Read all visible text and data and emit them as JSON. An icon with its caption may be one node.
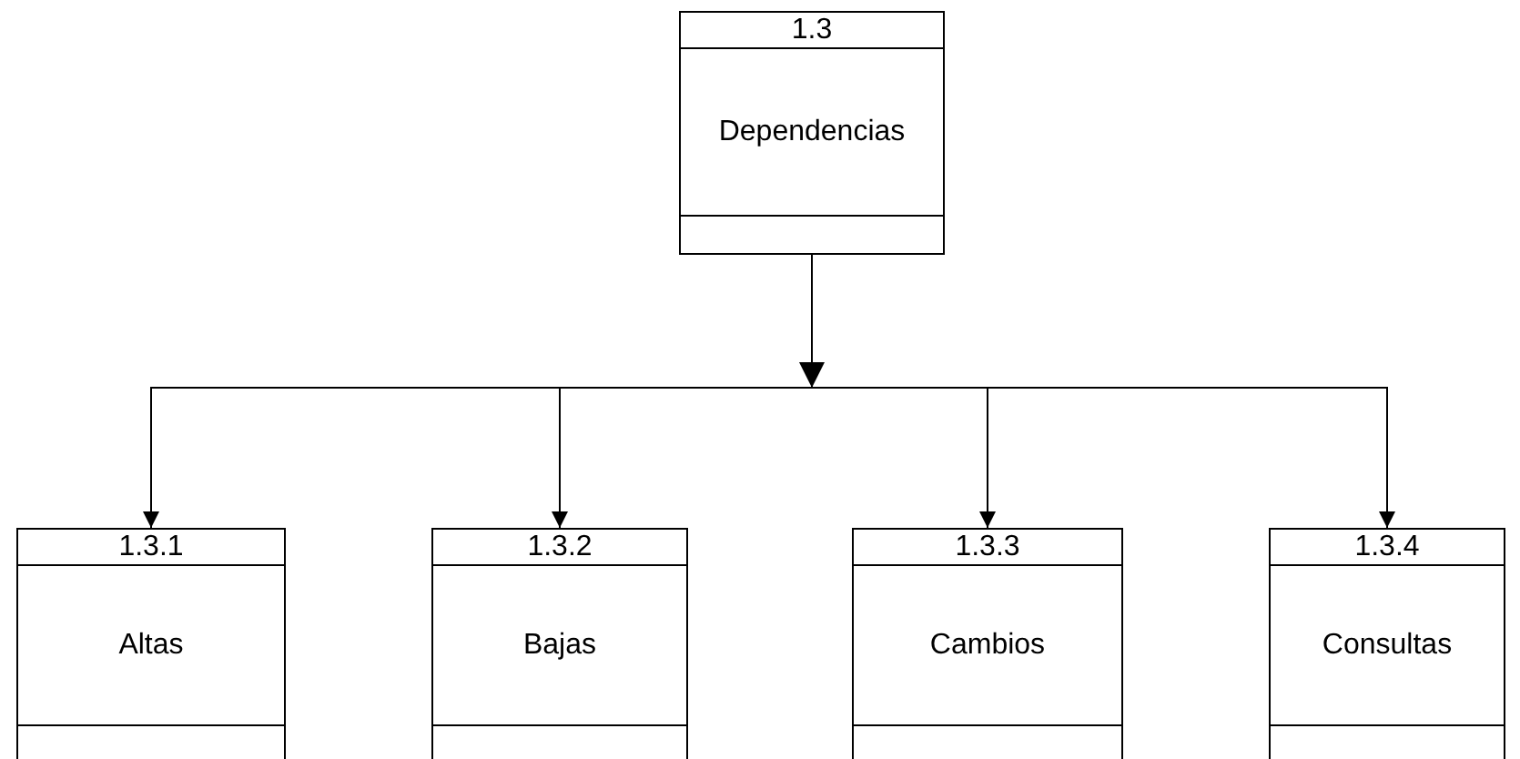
{
  "diagram": {
    "nodes": [
      {
        "text": [
          "1.3",
          "Dependencias"
        ]
      },
      {
        "text": [
          "1.3.1",
          "Altas"
        ]
      },
      {
        "text": [
          "1.3.2",
          "Bajas"
        ]
      },
      {
        "text": [
          "1.3.3",
          "Cambios"
        ]
      },
      {
        "text": [
          "1.3.4",
          "Consultas"
        ]
      }
    ],
    "edges": [
      {
        "from": 0,
        "to": 1,
        "arrow": "to"
      },
      {
        "from": 0,
        "to": 2,
        "arrow": "to"
      },
      {
        "from": 0,
        "to": 3,
        "arrow": "to"
      },
      {
        "from": 0,
        "to": 4,
        "arrow": "to"
      }
    ]
  }
}
